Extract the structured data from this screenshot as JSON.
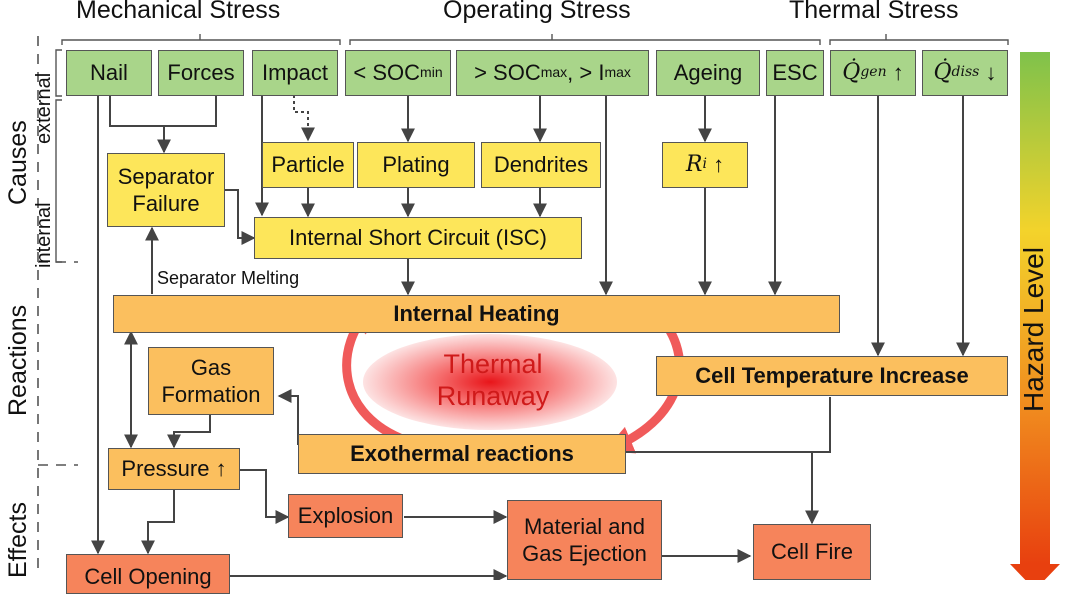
{
  "headers": {
    "mechanical": "Mechanical Stress",
    "operating": "Operating Stress",
    "thermal": "Thermal Stress"
  },
  "side_labels": {
    "causes": "Causes",
    "external": "external",
    "internal": "internal",
    "reactions": "Reactions",
    "effects": "Effects"
  },
  "external_causes": {
    "nail": "Nail",
    "forces": "Forces",
    "impact": "Impact",
    "soc_min": {
      "op": "< ",
      "base": "SOC",
      "sub": "min"
    },
    "soc_max": {
      "op": "> ",
      "base": "SOC",
      "sub": "max",
      "sep": ", > ",
      "base2": "I",
      "sub2": "max"
    },
    "ageing": "Ageing",
    "esc": "ESC",
    "q_gen": {
      "base": "Q̇",
      "sub": "gen",
      "arrow": " ↑"
    },
    "q_diss": {
      "base": "Q̇",
      "sub": "diss",
      "arrow": " ↓"
    }
  },
  "internal_causes": {
    "separator_failure": "Separator\nFailure",
    "particle": "Particle",
    "plating": "Plating",
    "dendrites": "Dendrites",
    "ri": {
      "base": "R",
      "sub": "i",
      "arrow": " ↑"
    },
    "isc": "Internal Short Circuit (ISC)"
  },
  "reactions": {
    "separator_melting": "Separator Melting",
    "internal_heating": "Internal Heating",
    "thermal_runaway": "Thermal\nRunaway",
    "gas_formation": "Gas\nFormation",
    "cell_temp_increase": "Cell Temperature Increase",
    "exothermal_reactions": "Exothermal reactions"
  },
  "effects": {
    "pressure": "Pressure ↑",
    "explosion": "Explosion",
    "material_gas_ejection": "Material and\nGas Ejection",
    "cell_fire": "Cell Fire",
    "cell_opening": "Cell Opening"
  },
  "hazard_label": "Hazard Level",
  "colors": {
    "external_cause": "#a9d58a",
    "internal_cause": "#fde65a",
    "reaction": "#fbbf5e",
    "effect": "#f6845b",
    "runaway_text": "#cf1a1a",
    "runaway_arrows": "#f05a5a",
    "hazard_gradient": [
      "#7fc24b",
      "#f3d32b",
      "#f08a1e",
      "#e8400f"
    ]
  }
}
